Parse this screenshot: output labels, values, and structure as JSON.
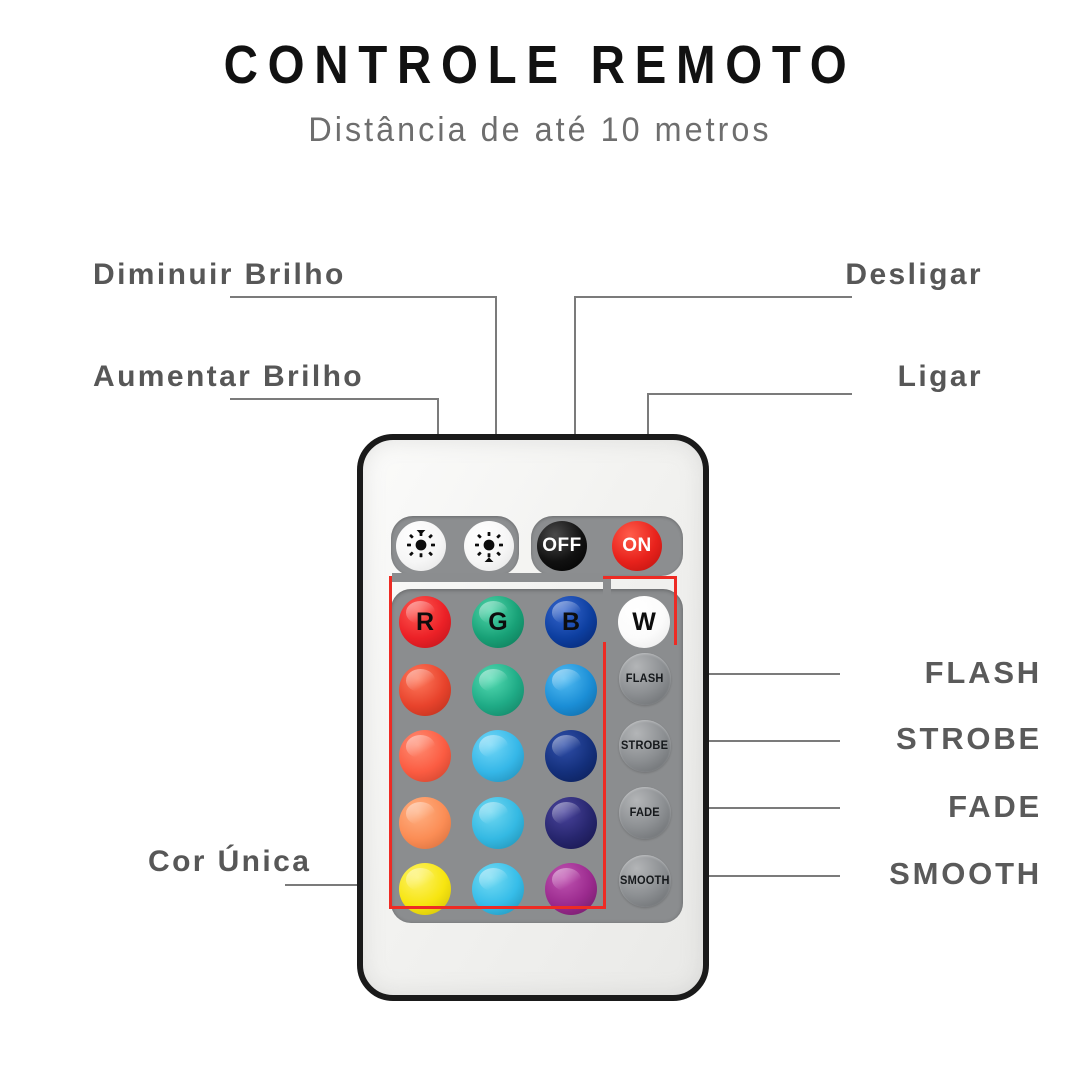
{
  "header": {
    "title": "CONTROLE REMOTO",
    "subtitle": "Distância de até 10 metros"
  },
  "colors": {
    "accent_red": "#ee2b24",
    "label_gray": "#575757",
    "leader_gray": "#7b7b7b",
    "remote_body": "#f4f4f2",
    "remote_border": "#1a1a1a",
    "pad_gray": "#8b8d8f"
  },
  "callouts": {
    "left": [
      {
        "id": "dim-brightness",
        "label": "Diminuir Brilho",
        "target": "brightness-down-button"
      },
      {
        "id": "raise-brightness",
        "label": "Aumentar Brilho",
        "target": "brightness-up-button"
      },
      {
        "id": "single-color",
        "label": "Cor Única",
        "target": "color-grid"
      }
    ],
    "right": [
      {
        "id": "turn-off",
        "label": "Desligar",
        "target": "off-button"
      },
      {
        "id": "turn-on",
        "label": "Ligar",
        "target": "on-button"
      },
      {
        "id": "flash",
        "label": "FLASH",
        "target": "flash-button"
      },
      {
        "id": "strobe",
        "label": "STROBE",
        "target": "strobe-button"
      },
      {
        "id": "fade",
        "label": "FADE",
        "target": "fade-button"
      },
      {
        "id": "smooth",
        "label": "SMOOTH",
        "target": "smooth-button"
      }
    ]
  },
  "remote": {
    "top_row": [
      {
        "id": "brightness-down",
        "icon": "brightness-down-icon",
        "label": "",
        "style": "white"
      },
      {
        "id": "brightness-up",
        "icon": "brightness-up-icon",
        "label": "",
        "style": "white"
      },
      {
        "id": "off",
        "icon": "",
        "label": "OFF",
        "style": "black"
      },
      {
        "id": "on",
        "icon": "",
        "label": "ON",
        "style": "red"
      }
    ],
    "color_rows": [
      [
        {
          "label": "R",
          "color": "#ec2127"
        },
        {
          "label": "G",
          "color": "#18a177"
        },
        {
          "label": "B",
          "color": "#0d3fa0"
        },
        {
          "label": "W",
          "color": "#fbfbfb"
        }
      ],
      [
        {
          "label": "",
          "color": "#e8432c"
        },
        {
          "label": "",
          "color": "#1fab86"
        },
        {
          "label": "",
          "color": "#1b8ed6"
        }
      ],
      [
        {
          "label": "",
          "color": "#fb5c42"
        },
        {
          "label": "",
          "color": "#35b7e8"
        },
        {
          "label": "",
          "color": "#14307c"
        }
      ],
      [
        {
          "label": "",
          "color": "#fb8d55"
        },
        {
          "label": "",
          "color": "#34b9e3"
        },
        {
          "label": "",
          "color": "#27266e"
        }
      ],
      [
        {
          "label": "",
          "color": "#f7e510"
        },
        {
          "label": "",
          "color": "#36bde9"
        },
        {
          "label": "",
          "color": "#9b2a8e"
        }
      ]
    ],
    "mode_buttons": [
      {
        "id": "flash",
        "label": "FLASH"
      },
      {
        "id": "strobe",
        "label": "STROBE"
      },
      {
        "id": "fade",
        "label": "FADE"
      },
      {
        "id": "smooth",
        "label": "SMOOTH"
      }
    ]
  }
}
